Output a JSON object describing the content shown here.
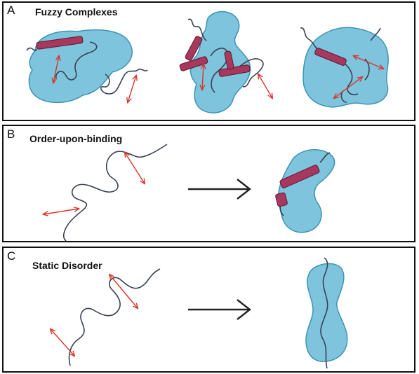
{
  "panels": [
    {
      "letter": "A",
      "title": "Fuzzy Complexes"
    },
    {
      "letter": "B",
      "title": "Order-upon-binding"
    },
    {
      "letter": "C",
      "title": "Static Disorder"
    }
  ],
  "colors": {
    "blob_fill": "#7ec4dc",
    "blob_stroke": "#3d93b5",
    "helix": "#a8385e",
    "chain": "#3a4055",
    "motion_arrow": "#d9352b",
    "process_arrow": "#222222"
  }
}
